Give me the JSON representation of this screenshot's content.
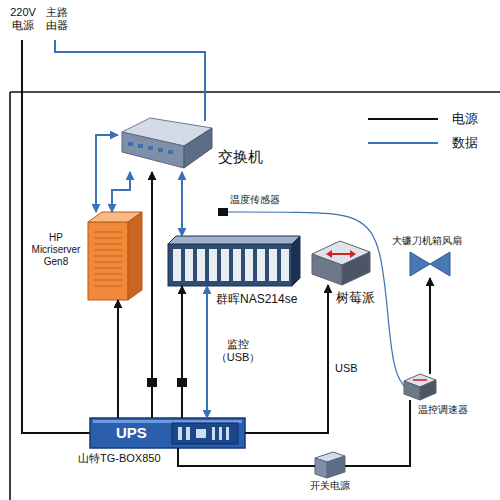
{
  "diagram": {
    "nodes": [
      {
        "text": [
          "交换机"
        ]
      },
      {
        "text": [
          "HP Micriserver Gen8"
        ]
      },
      {
        "text": [
          "温度传感器"
        ]
      },
      {
        "text": [
          "群晖NAS214se"
        ]
      },
      {
        "text": [
          "树莓派"
        ]
      },
      {
        "text": [
          "大镰刀机箱风扇"
        ]
      },
      {
        "text": [
          "温控调速器"
        ]
      },
      {
        "text": [
          "UPS",
          "山特TG-BOX850"
        ]
      },
      {
        "text": [
          "开关电源"
        ]
      }
    ],
    "edges": [
      {
        "from": 0,
        "to": 1,
        "arrow": "both"
      },
      {
        "from": 0,
        "to": 1,
        "arrow": "both"
      },
      {
        "from": 0,
        "to": 3,
        "arrow": "both"
      },
      {
        "from": 7,
        "to": 1,
        "arrow": "to"
      },
      {
        "from": 7,
        "to": 0,
        "arrow": "to"
      },
      {
        "from": 7,
        "to": 3,
        "arrow": "to"
      },
      {
        "from": 3,
        "to": 7,
        "label": "监控 （USB）",
        "arrow": "both"
      },
      {
        "from": 7,
        "to": 4,
        "label": "USB",
        "arrow": "to"
      },
      {
        "from": 7,
        "to": 8,
        "arrow": "none"
      },
      {
        "from": 8,
        "to": 6,
        "arrow": "none"
      },
      {
        "from": 6,
        "to": 5,
        "arrow": "to"
      },
      {
        "from": 2,
        "to": 6,
        "arrow": "none"
      }
    ],
    "labels": [
      "220V 电源",
      "主路 由器"
    ],
    "legend": [
      {
        "text": "电源"
      },
      {
        "text": "数据"
      }
    ]
  }
}
